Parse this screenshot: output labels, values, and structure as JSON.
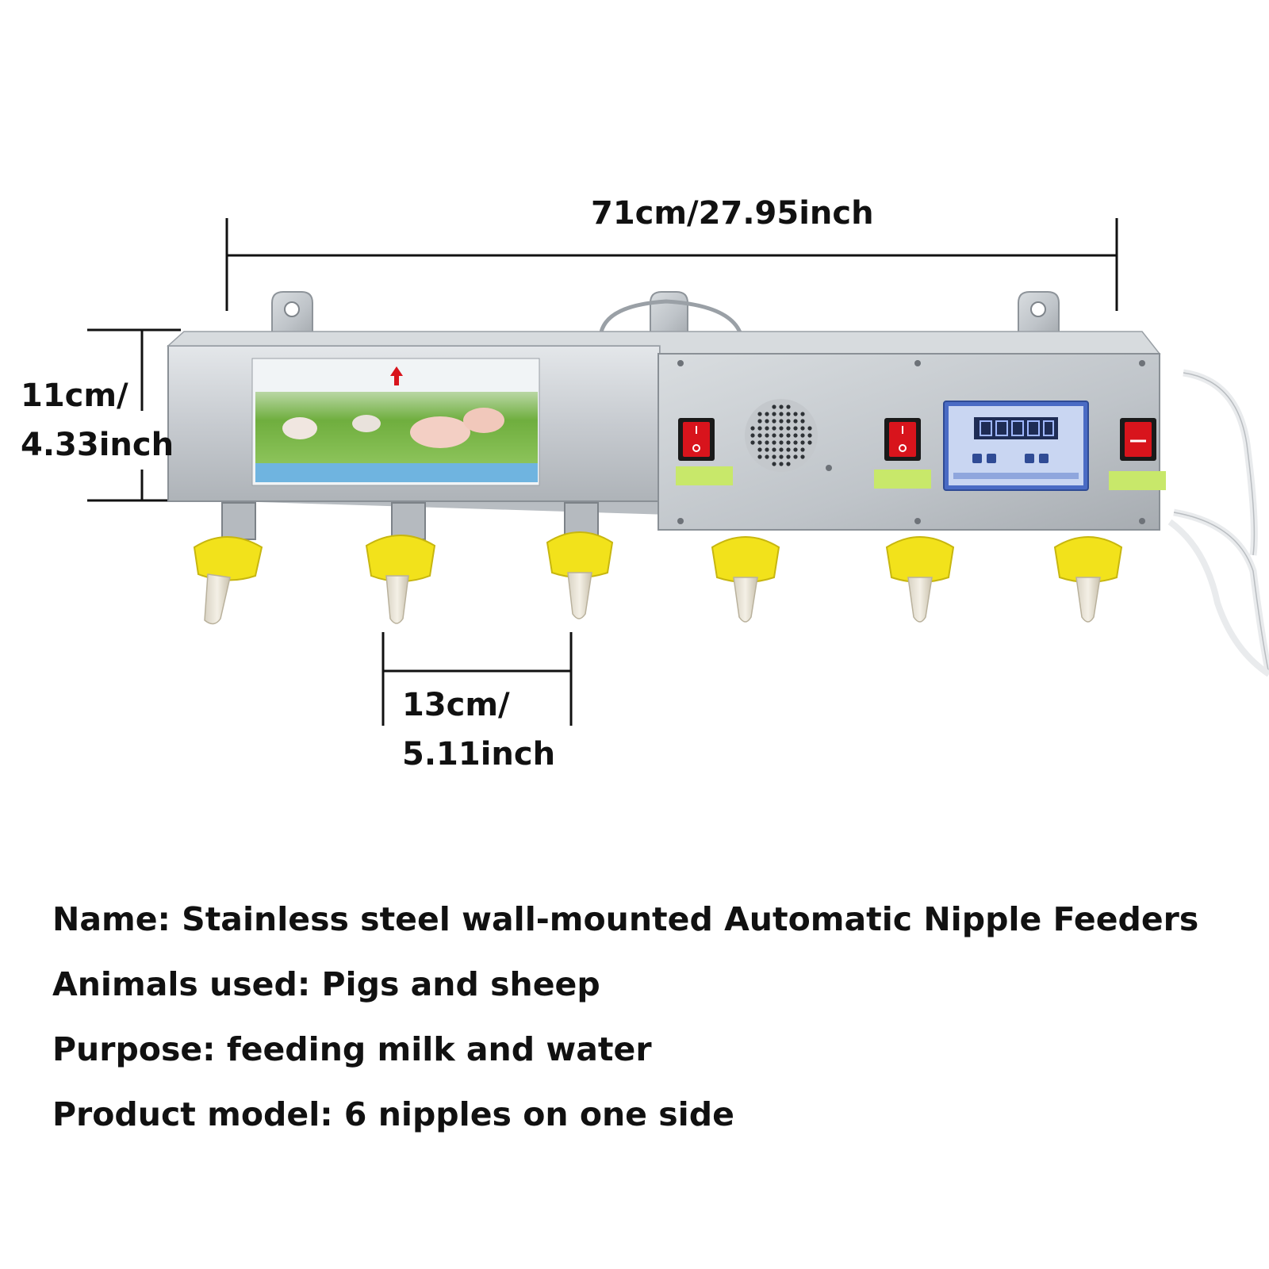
{
  "dimensions": {
    "width": "71cm/27.95inch",
    "height_line1": "11cm/",
    "height_line2": "4.33inch",
    "spacing_line1": "13cm/",
    "spacing_line2": "5.11inch"
  },
  "specs": [
    "Name: Stainless steel wall-mounted Automatic Nipple Feeders",
    "Animals used: Pigs and sheep",
    "Purpose: feeding milk and water",
    "Product model: 6 nipples on one side"
  ],
  "colors": {
    "steel": "#c9cdd1",
    "nipple_cap": "#f2e21b",
    "switch_red": "#d8141c",
    "controller_blue": "#4a6bc4",
    "label_green": "#c8e86a"
  },
  "icons": [
    "power-switch-icon",
    "speaker-grille-icon",
    "temperature-controller-icon",
    "nipple-icon"
  ]
}
